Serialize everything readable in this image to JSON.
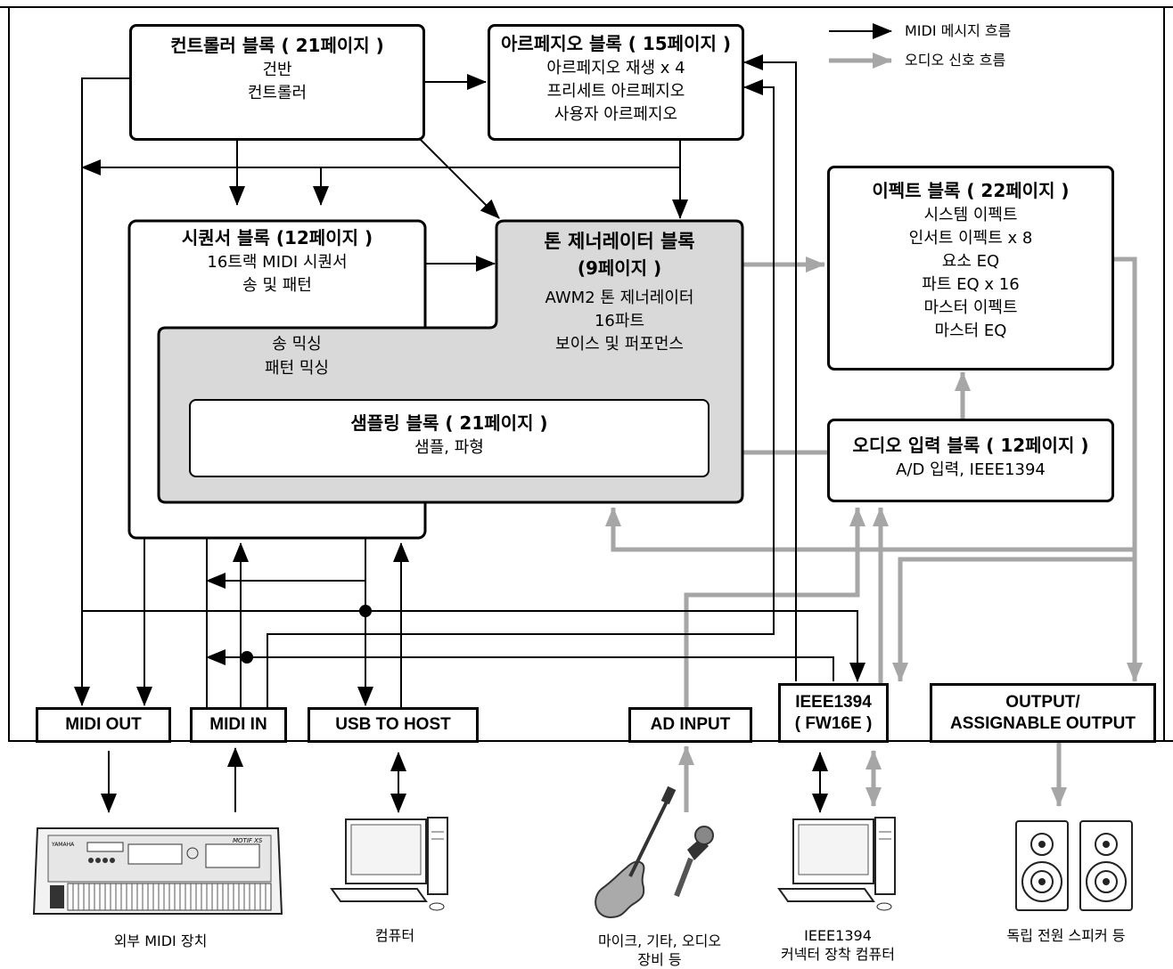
{
  "legend": {
    "midi": "MIDI 메시지 흐름",
    "audio": "오디오 신호 흐름"
  },
  "colors": {
    "line": "#000000",
    "audio": "#a6a6a6",
    "tg_fill": "#d9d9d9"
  },
  "blocks": {
    "controller": {
      "title": "컨트롤러 블록 ( 21페이지 )",
      "lines": [
        "건반",
        "컨트롤러"
      ]
    },
    "arpeggio": {
      "title": "아르페지오 블록 ( 15페이지 )",
      "lines": [
        "아르페지오 재생 x 4",
        "프리세트 아르페지오",
        "사용자 아르페지오"
      ]
    },
    "effect": {
      "title": "이펙트 블록 ( 22페이지 )",
      "lines": [
        "시스템 이펙트",
        "인서트 이펙트 x 8",
        "요소 EQ",
        "파트 EQ x 16",
        "마스터 이펙트",
        "마스터 EQ"
      ]
    },
    "sequencer": {
      "title": "시퀀서 블록 (12페이지 )",
      "lines": [
        "16트랙 MIDI 시퀀서",
        "송 및 패턴"
      ]
    },
    "tone_gen": {
      "title": "톤 제너레이터 블록",
      "subtitle": "(9페이지 )",
      "lines": [
        "AWM2 톤 제너레이터",
        "16파트",
        "보이스 및 퍼포먼스"
      ]
    },
    "mixing": {
      "lines": [
        "송 믹싱",
        "패턴 믹싱"
      ]
    },
    "sampling": {
      "title": "샘플링 블록 ( 21페이지 )",
      "lines": [
        "샘플, 파형"
      ]
    },
    "audio_in": {
      "title": "오디오 입력 블록 ( 12페이지 )",
      "lines": [
        "A/D 입력, IEEE1394"
      ]
    }
  },
  "ports": {
    "midi_out": "MIDI OUT",
    "midi_in": "MIDI IN",
    "usb": "USB TO HOST",
    "ad_input": "AD INPUT",
    "ieee": [
      "IEEE1394",
      "( FW16E )"
    ],
    "output": [
      "OUTPUT/",
      "ASSIGNABLE OUTPUT"
    ]
  },
  "devices": {
    "keyboard": "외부 MIDI 장치",
    "computer": "컴퓨터",
    "instruments": [
      "마이크, 기타, 오디오",
      "장비 등"
    ],
    "fw_computer": [
      "IEEE1394",
      "커넥터 장착 컴퓨터"
    ],
    "speakers": "독립 전원 스피커 등",
    "keyboard_brand": "YAMAHA",
    "keyboard_model": "MOTIF XS"
  }
}
